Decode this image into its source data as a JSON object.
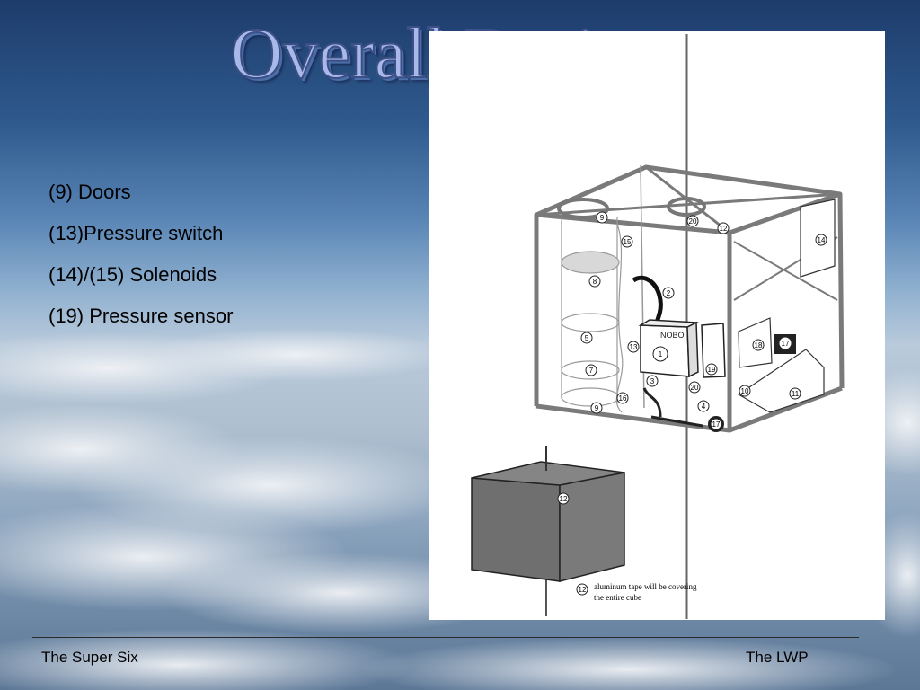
{
  "slide": {
    "title": "Overall Design",
    "bullets": [
      "(9) Doors",
      "(13)Pressure switch",
      "(14)/(15) Solenoids",
      "(19) Pressure sensor"
    ]
  },
  "figure": {
    "box_label": "NOBO",
    "parts": [
      "1",
      "2",
      "3",
      "4",
      "5",
      "7",
      "8",
      "9",
      "10",
      "11",
      "12",
      "13",
      "14",
      "15",
      "16",
      "17",
      "18",
      "19",
      "20"
    ],
    "caption_number": "12",
    "caption_line1": "aluminum tape will be covering",
    "caption_line2": "the entire cube"
  },
  "footer": {
    "left": "The Super Six",
    "right": "The LWP"
  },
  "colors": {
    "title_fill": "#a8b8e8",
    "title_outline": "#3c4f86",
    "cube_grey": "#6f6f6f"
  }
}
